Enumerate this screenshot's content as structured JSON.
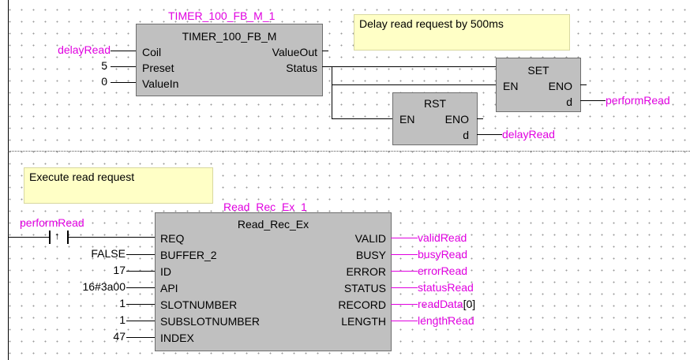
{
  "rung1": {
    "timer": {
      "instance": "TIMER_100_FB_M_1",
      "type": "TIMER_100_FB_M",
      "inputs": [
        "Coil",
        "Preset",
        "ValueIn"
      ],
      "outputs": [
        "ValueOut",
        "Status"
      ],
      "coil_var": "delayRead",
      "preset_val": "5",
      "valuein_val": "0"
    },
    "comment": "Delay read request by 500ms",
    "set": {
      "title": "SET",
      "en": "EN",
      "eno": "ENO",
      "d": "d",
      "d_var": "performRead"
    },
    "rst": {
      "title": "RST",
      "en": "EN",
      "eno": "ENO",
      "d": "d",
      "d_var": "delayRead"
    }
  },
  "rung2": {
    "comment": "Execute read request",
    "contact_var": "performRead",
    "contact_symbol": "↑",
    "block": {
      "instance": "Read_Rec_Ex_1",
      "type": "Read_Rec_Ex",
      "inputs": [
        "REQ",
        "BUFFER_2",
        "ID",
        "API",
        "SLOTNUMBER",
        "SUBSLOTNUMBER",
        "INDEX"
      ],
      "outputs": [
        "VALID",
        "BUSY",
        "ERROR",
        "STATUS",
        "RECORD",
        "LENGTH"
      ],
      "input_values": [
        "",
        "FALSE",
        "17",
        "16#3a00",
        "1",
        "1",
        "47"
      ],
      "output_vars": [
        "validRead",
        "busyRead",
        "errorRead",
        "statusRead",
        "readData",
        "lengthRead"
      ],
      "record_index": "[0]"
    }
  },
  "colors": {
    "variable": "#e000e0",
    "block_fill": "#c0c0c0",
    "comment_fill": "#ffffc6"
  }
}
